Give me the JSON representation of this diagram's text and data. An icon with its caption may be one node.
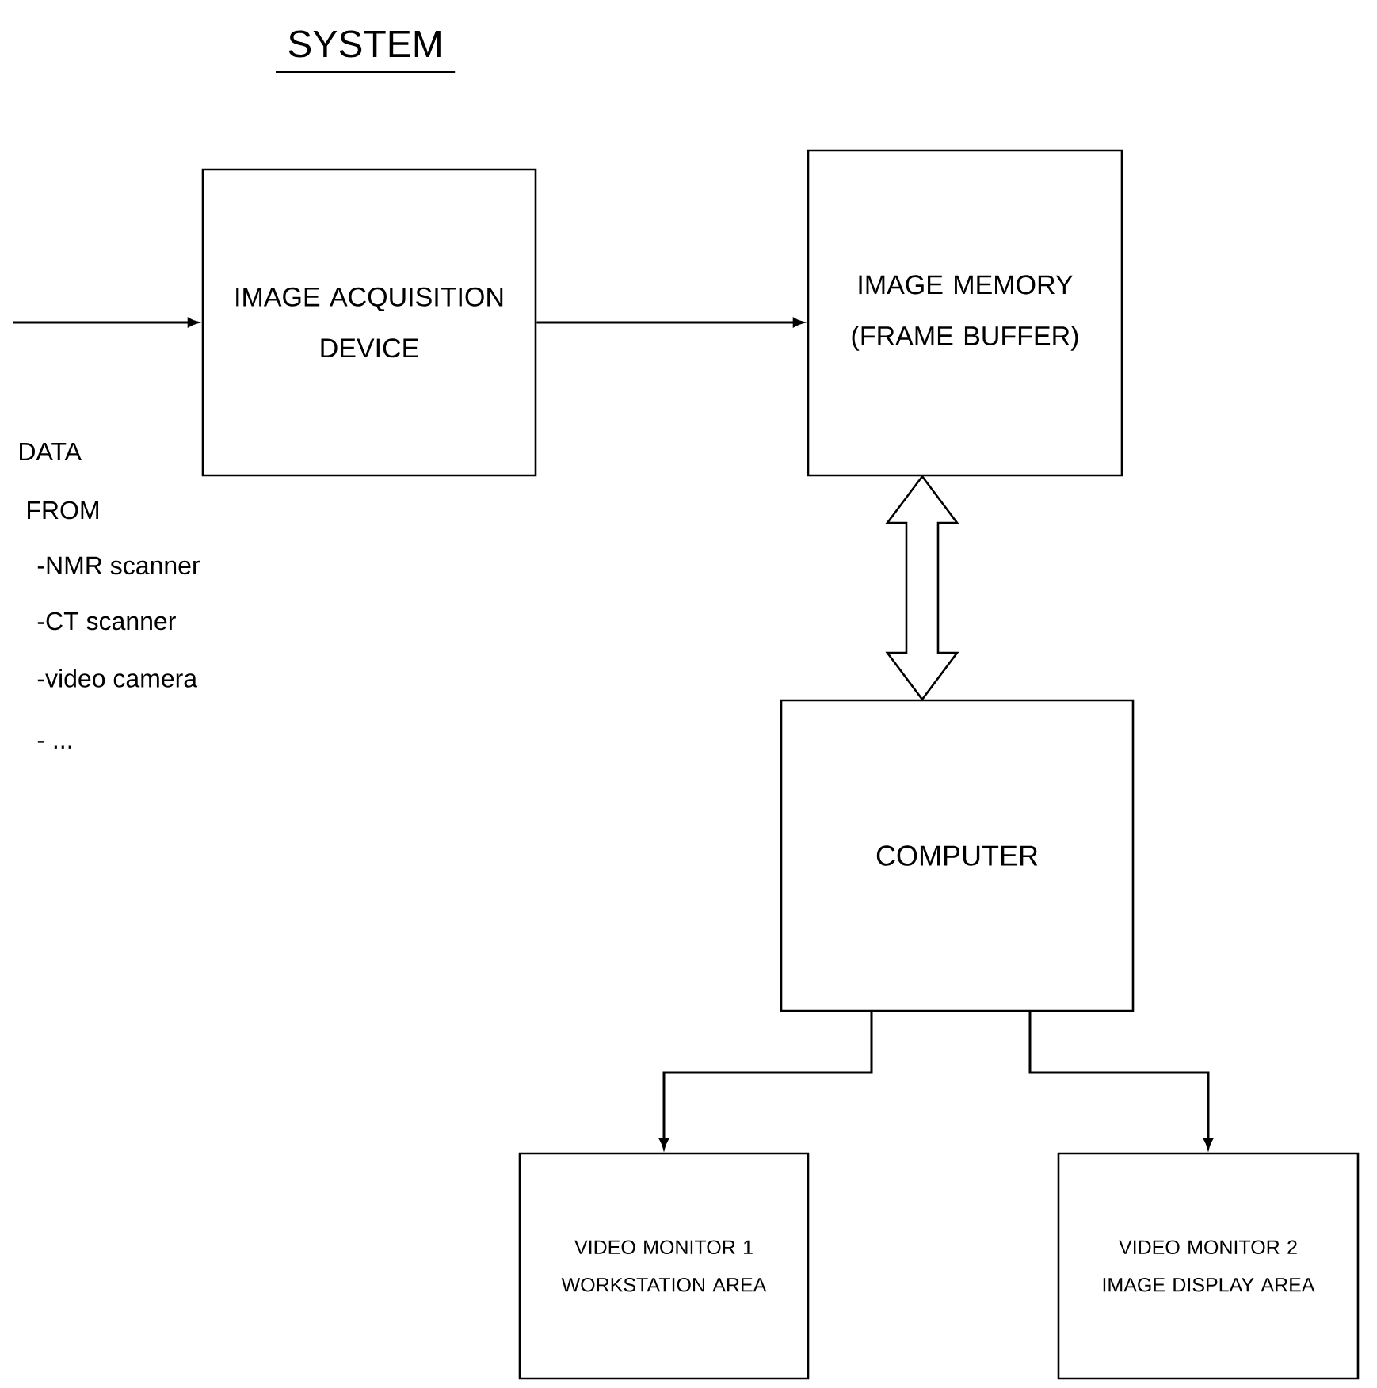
{
  "diagram": {
    "title": "SYSTEM",
    "nodes": [
      {
        "text": [
          "IMAGE ACQUISITION DEVICE"
        ]
      },
      {
        "text": [
          "IMAGE MEMORY (FRAME BUFFER)"
        ]
      },
      {
        "text": [
          "COMPUTER"
        ]
      },
      {
        "text": [
          "VIDEO MONITOR 1 WORKSTATION AREA"
        ]
      },
      {
        "text": [
          "VIDEO MONITOR 2 IMAGE DISPLAY AREA"
        ]
      }
    ],
    "edges": [
      {
        "from": null,
        "to": 0,
        "arrow": "to"
      },
      {
        "from": 0,
        "to": 1,
        "arrow": "to"
      },
      {
        "from": 1,
        "to": 2,
        "arrow": "both",
        "style": "thick"
      },
      {
        "from": 2,
        "to": 3,
        "arrow": "to"
      },
      {
        "from": 2,
        "to": 4,
        "arrow": "to"
      }
    ],
    "labels": [
      "DATA",
      "FROM",
      "-NMR scanner",
      "-CT scanner",
      "-video camera",
      "- ..."
    ]
  }
}
